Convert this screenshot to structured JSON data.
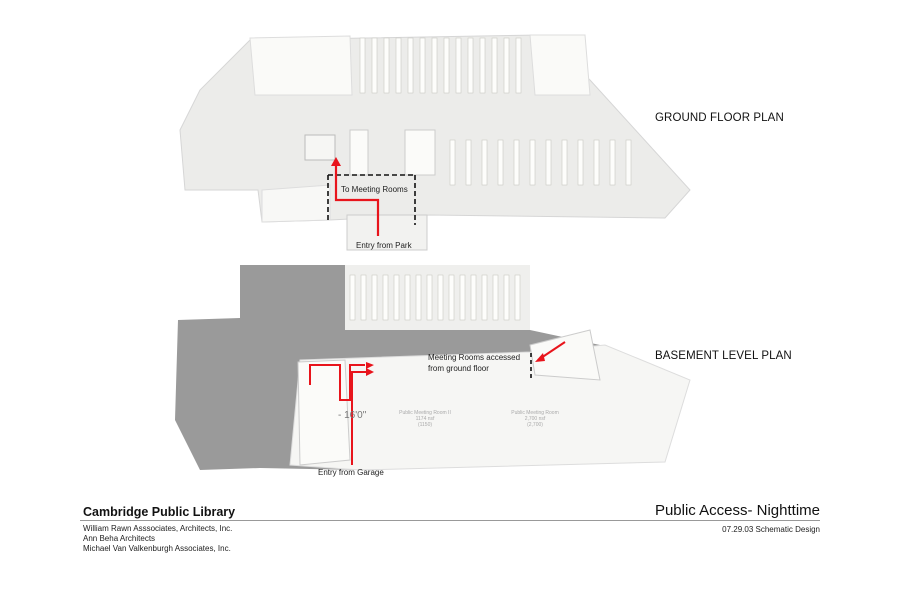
{
  "plans": {
    "ground": {
      "label": "GROUND FLOOR PLAN",
      "to_meeting_rooms": "To Meeting Rooms",
      "entry_from_park": "Entry from Park"
    },
    "basement": {
      "label": "BASEMENT LEVEL PLAN",
      "meeting_note_line1": "Meeting Rooms accessed",
      "meeting_note_line2": "from ground floor",
      "entry_from_garage": "Entry from Garage",
      "elevation": "- 16'0\"",
      "rooms": [
        {
          "name": "Public Meeting Room II",
          "area": "1174 nsf",
          "program": "(1150)"
        },
        {
          "name": "Public Meeting Room",
          "area": "2,700 nsf",
          "program": "(2,700)"
        }
      ]
    }
  },
  "footer": {
    "project": "Cambridge Public Library",
    "firms": [
      "William Rawn Asssociates, Architects, Inc.",
      "Ann Beha Architects",
      "Michael Van Valkenburgh Associates, Inc."
    ],
    "sheet_title": "Public Access- Nighttime",
    "date_phase": "07.29.03 Schematic Design"
  },
  "colors": {
    "route": "#e8141c",
    "model": "#f4f4f2",
    "shadow": "#8e8e8e"
  }
}
